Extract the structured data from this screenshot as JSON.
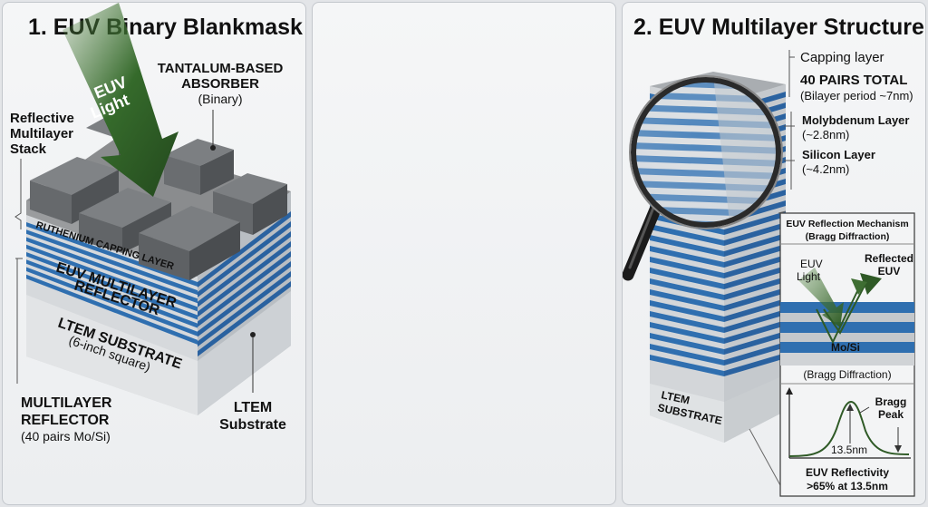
{
  "panel1": {
    "title": "1. EUV Binary Blankmask",
    "euv_light_line1": "EUV",
    "euv_light_line2": "Light",
    "absorber_line1": "TANTALUM-BASED",
    "absorber_line2": "ABSORBER",
    "absorber_line3": "(Binary)",
    "reflective_line1": "Reflective",
    "reflective_line2": "Multilayer",
    "reflective_line3": "Stack",
    "capping_label": "RUTHENIUM CAPPING LAYER",
    "ml_reflector_line1": "EUV MULTILAYER",
    "ml_reflector_line2": "REFLECTOR",
    "substrate_line1": "LTEM SUBSTRATE",
    "substrate_line2": "(6-inch square)",
    "multilayer_line1": "MULTILAYER",
    "multilayer_line2": "REFLECTOR",
    "multilayer_line3": "(40 pairs Mo/Si)",
    "ltem_line1": "LTEM",
    "ltem_line2": "Substrate"
  },
  "panel3": {
    "title": "2. EUV Multilayer Structure",
    "capping": "Capping layer",
    "pairs": "40 PAIRS TOTAL",
    "bilayer": "(Bilayer period ~7nm)",
    "mo_line1": "Molybdenum Layer",
    "mo_line2": "(~2.8nm)",
    "si_line1": "Silicon Layer",
    "si_line2": "(~4.2nm)",
    "substrate_line1": "LTEM",
    "substrate_line2": "SUBSTRATE",
    "inset": {
      "title_line1": "EUV Reflection Mechanism",
      "title_line2": "(Bragg Diffraction)",
      "euv_line1": "EUV",
      "euv_line2": "Light",
      "reflected_line1": "Reflected",
      "reflected_line2": "EUV",
      "mosi": "Mo/Si",
      "bragg": "(Bragg Diffraction)",
      "peak_line1": "Bragg",
      "peak_line2": "Peak",
      "wavelength": "13.5nm",
      "reflectivity_line1": "EUV Reflectivity",
      "reflectivity_line2": ">65% at 13.5nm"
    }
  },
  "colors": {
    "blue": "#2f6fb0",
    "absorber": "#5d6063",
    "arrow": "#2f5a26"
  }
}
